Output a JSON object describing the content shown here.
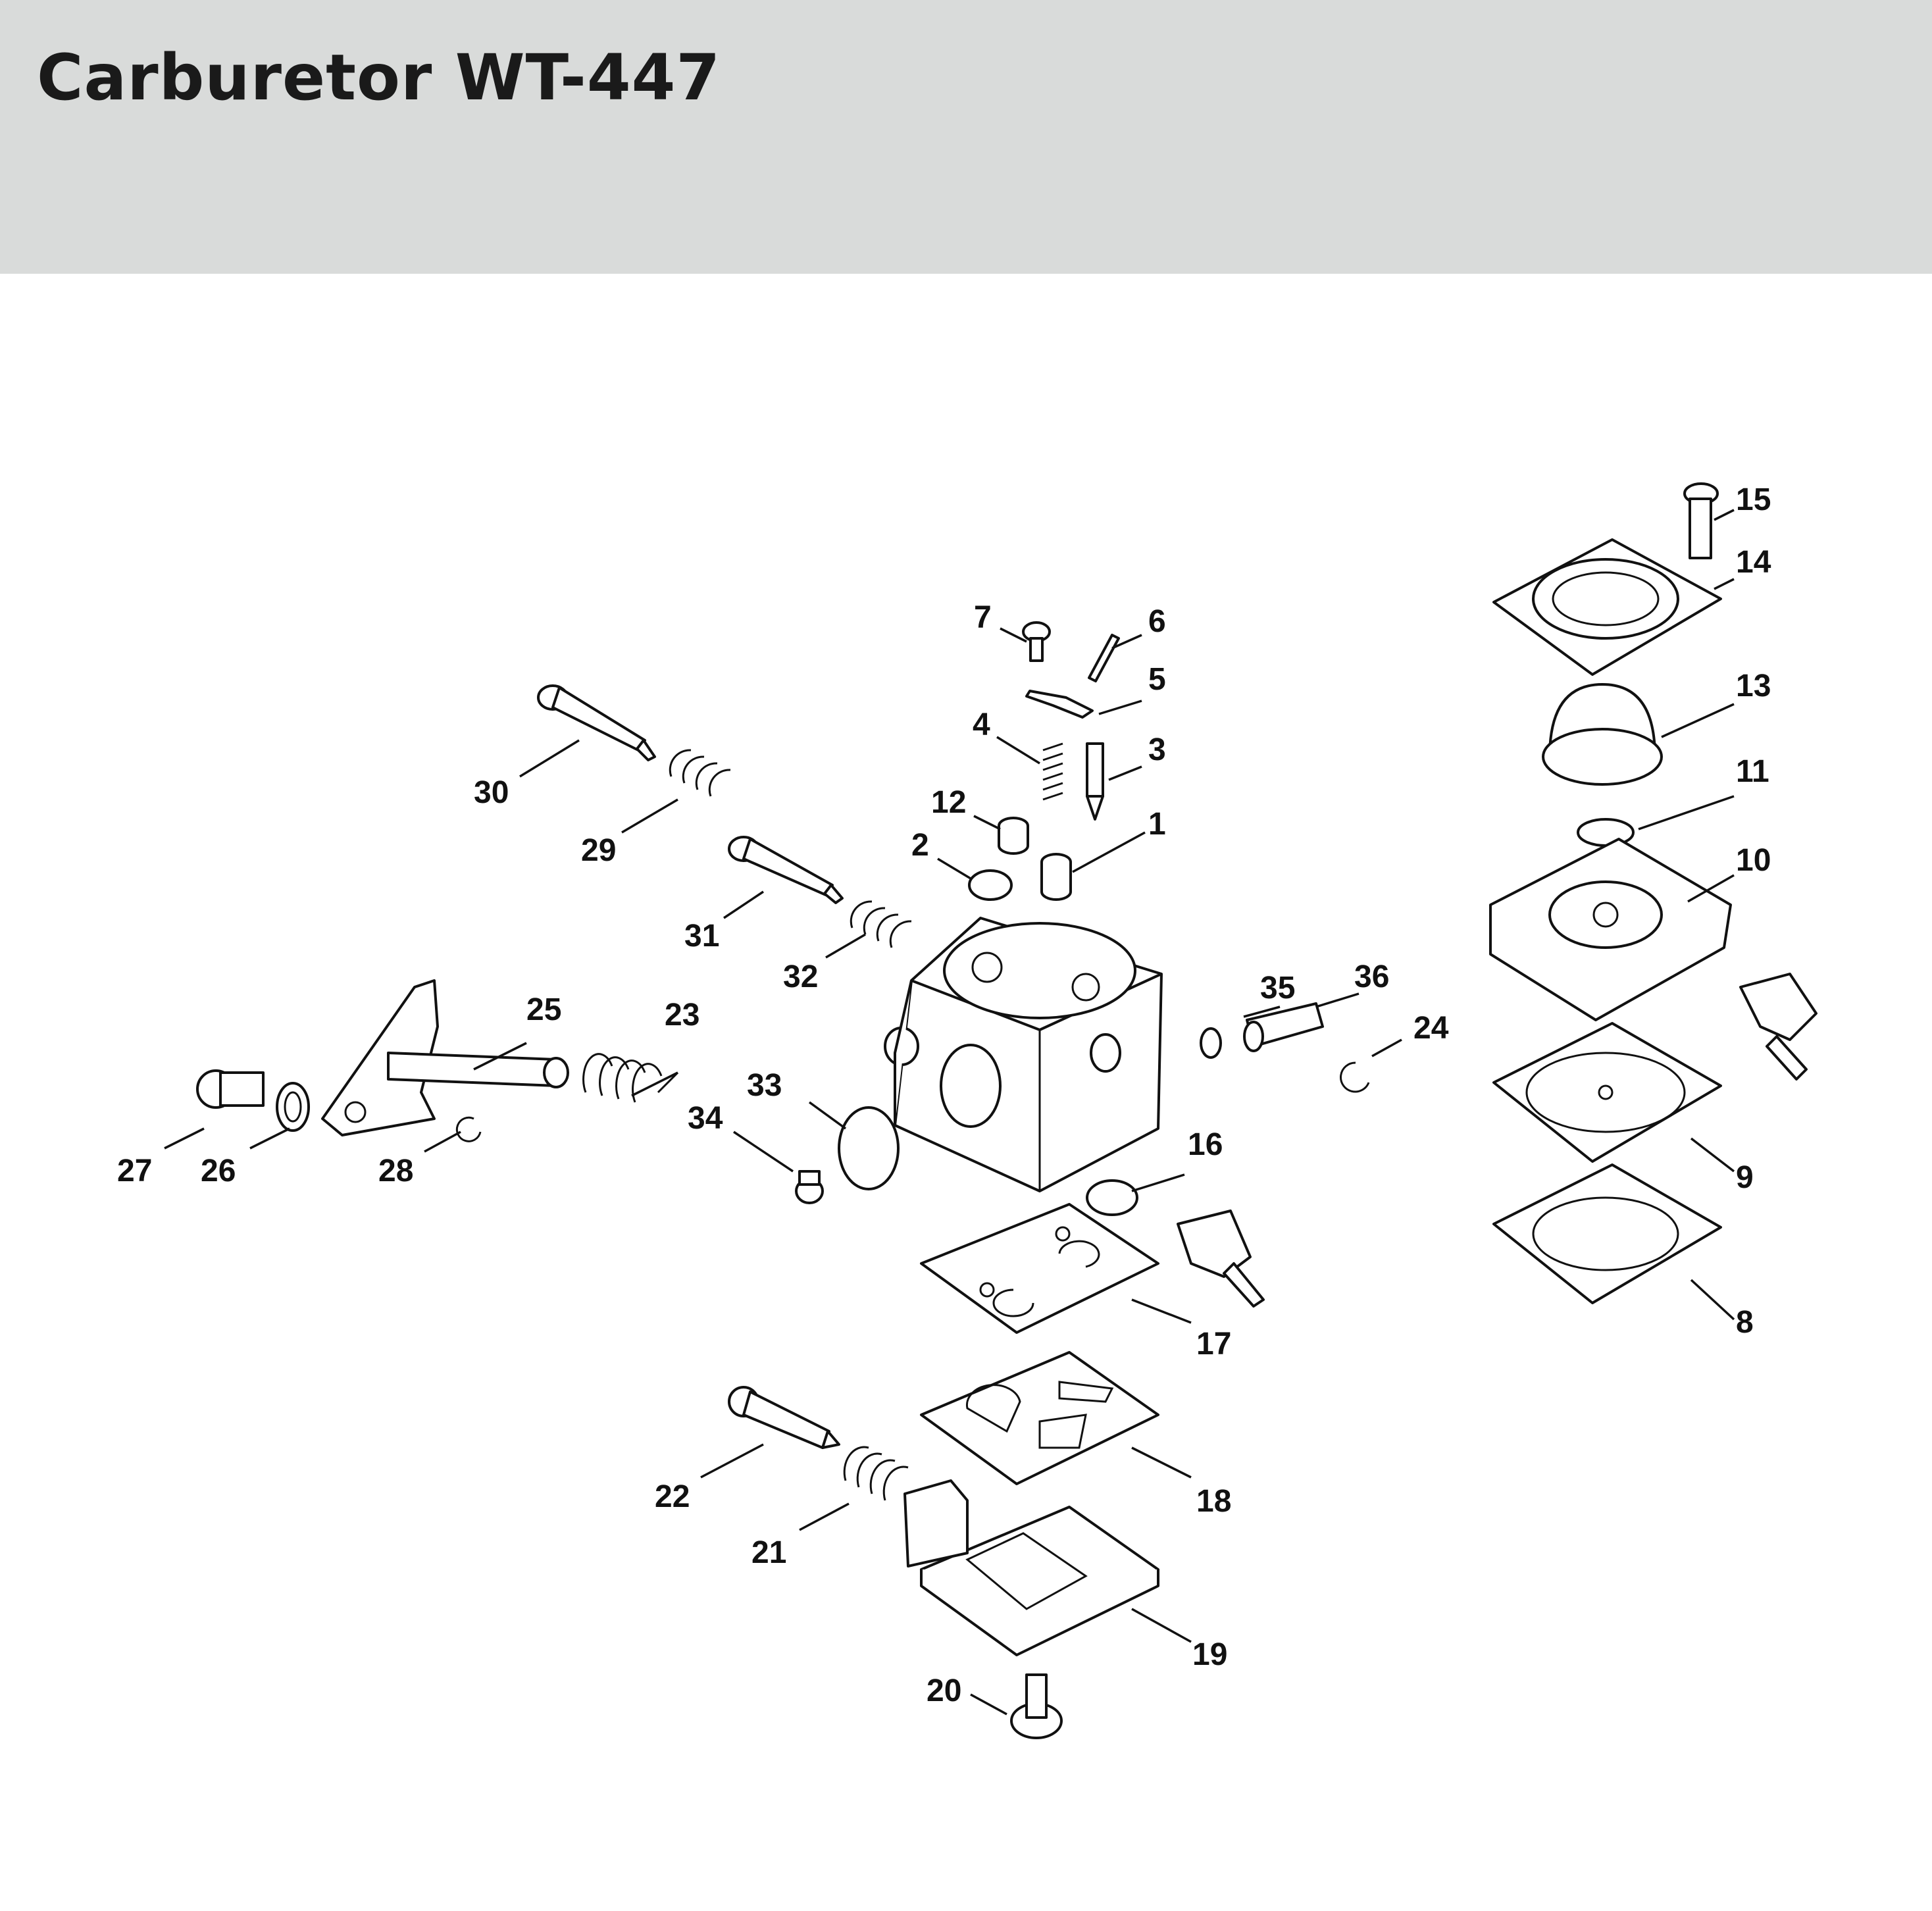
{
  "title": "Carburetor WT-447",
  "parts": [
    {
      "number": "1"
    },
    {
      "number": "2"
    },
    {
      "number": "3"
    },
    {
      "number": "4"
    },
    {
      "number": "5"
    },
    {
      "number": "6"
    },
    {
      "number": "7"
    },
    {
      "number": "8"
    },
    {
      "number": "9"
    },
    {
      "number": "10"
    },
    {
      "number": "11"
    },
    {
      "number": "12"
    },
    {
      "number": "13"
    },
    {
      "number": "14"
    },
    {
      "number": "15"
    },
    {
      "number": "16"
    },
    {
      "number": "17"
    },
    {
      "number": "18"
    },
    {
      "number": "19"
    },
    {
      "number": "20"
    },
    {
      "number": "21"
    },
    {
      "number": "22"
    },
    {
      "number": "23"
    },
    {
      "number": "24"
    },
    {
      "number": "25"
    },
    {
      "number": "26"
    },
    {
      "number": "27"
    },
    {
      "number": "28"
    },
    {
      "number": "29"
    },
    {
      "number": "30"
    },
    {
      "number": "31"
    },
    {
      "number": "32"
    },
    {
      "number": "33"
    },
    {
      "number": "34"
    },
    {
      "number": "35"
    },
    {
      "number": "36"
    }
  ],
  "colors": {
    "header_background": "#d9dbda",
    "line": "#111111"
  }
}
